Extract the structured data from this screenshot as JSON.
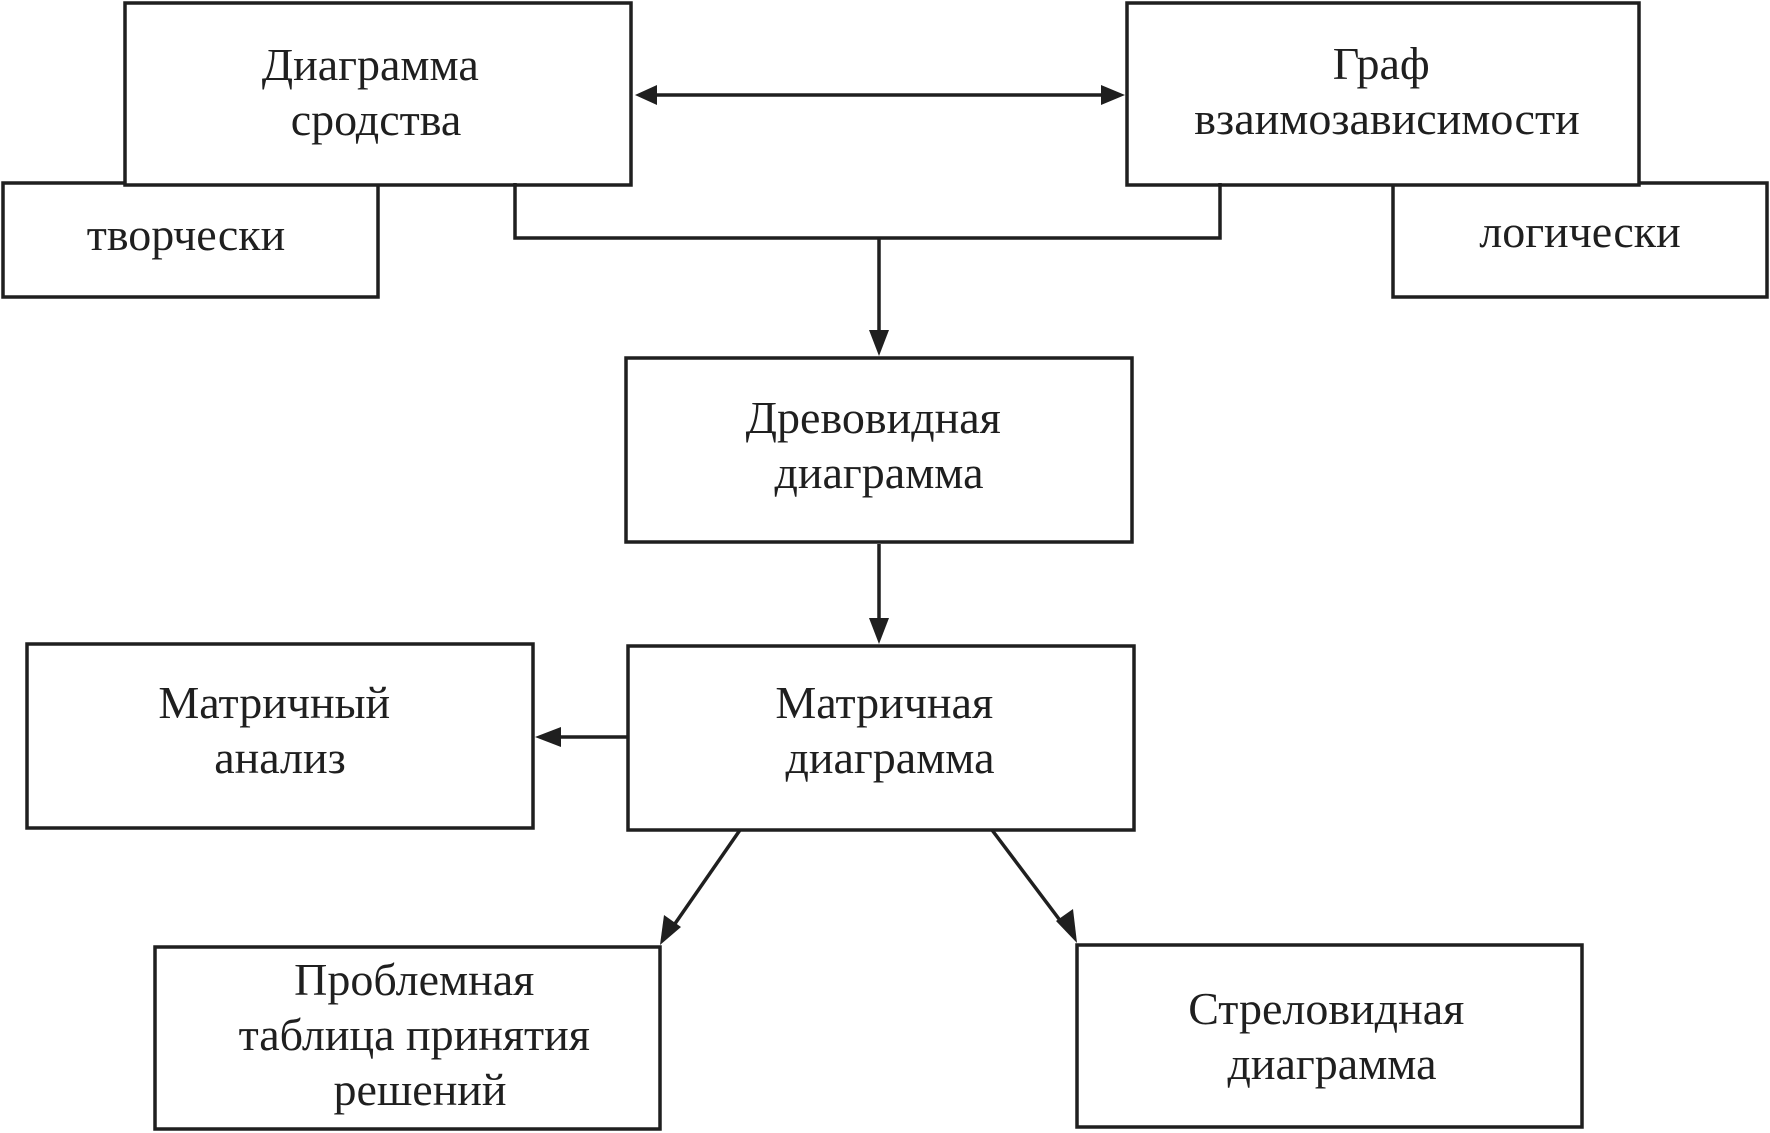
{
  "nodes": {
    "affinity_diagram": {
      "lines": [
        "Диаграмма",
        "сродства"
      ]
    },
    "interrelationship_digraph": {
      "lines": [
        "Граф",
        "взаимозависимости"
      ]
    },
    "creatively": {
      "lines": [
        "творчески"
      ]
    },
    "logically": {
      "lines": [
        "логически"
      ]
    },
    "tree_diagram": {
      "lines": [
        "Древовидная",
        "диаграмма"
      ]
    },
    "matrix_diagram": {
      "lines": [
        "Матричная",
        "диаграмма"
      ]
    },
    "matrix_analysis": {
      "lines": [
        "Матричный",
        "анализ"
      ]
    },
    "pdpc": {
      "lines": [
        "Проблемная",
        "таблица принятия",
        "решений"
      ]
    },
    "arrow_diagram": {
      "lines": [
        "Стреловидная",
        "диаграмма"
      ]
    }
  },
  "edges": [
    {
      "from": "affinity_diagram",
      "to": "interrelationship_digraph",
      "direction": "both"
    },
    {
      "from": "affinity_diagram",
      "to": "tree_diagram",
      "direction": "forward"
    },
    {
      "from": "interrelationship_digraph",
      "to": "tree_diagram",
      "direction": "forward"
    },
    {
      "from": "tree_diagram",
      "to": "matrix_diagram",
      "direction": "forward"
    },
    {
      "from": "matrix_diagram",
      "to": "matrix_analysis",
      "direction": "forward"
    },
    {
      "from": "matrix_diagram",
      "to": "pdpc",
      "direction": "forward"
    },
    {
      "from": "matrix_diagram",
      "to": "arrow_diagram",
      "direction": "forward"
    }
  ],
  "colors": {
    "line": "#1f1f1f",
    "background": "#ffffff"
  }
}
